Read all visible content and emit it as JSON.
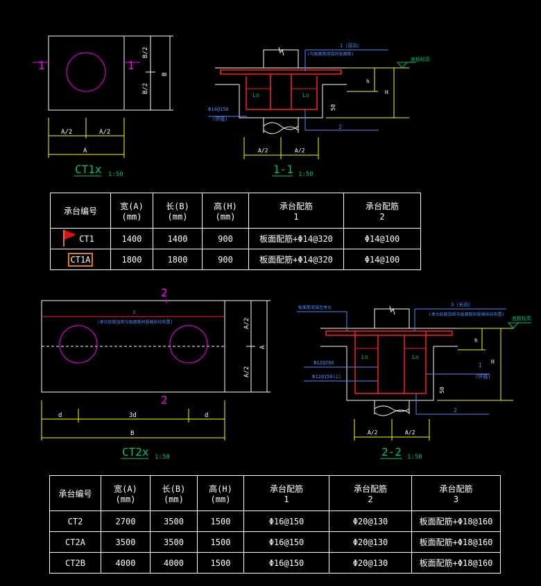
{
  "views": {
    "ct1_plan": {
      "title": "CT1x",
      "scale": "1:50",
      "section_mark": "1",
      "dim_half_a": "A/2",
      "dim_a": "A",
      "dim_half_b": "B/2",
      "dim_b": "B"
    },
    "section_1_1": {
      "title": "1-1",
      "scale": "1:50",
      "rebar_1": "1（双向）",
      "rebar_1_note": "(与板面筋搭接同板面筋)",
      "rebar_2": "2",
      "stirrup": "Φ14@150",
      "stirrup_note": "(环箍)",
      "lo": "Lo",
      "dim_50": "50",
      "dim_h": "h",
      "dim_H": "H",
      "elevation": "底板标高",
      "dim_half_a": "A/2"
    },
    "ct2_plan": {
      "title": "CT2x",
      "scale": "1:50",
      "section_mark": "2",
      "rebar_3": "3",
      "rebar_3_note": "(承台底筋加密与板面筋同规格纵向布置)",
      "dim_half_a": "A/2",
      "dim_a": "A",
      "dim_d": "d",
      "dim_3d": "3d",
      "dim_b": "B"
    },
    "section_2_2": {
      "title": "2-2",
      "scale": "1:50",
      "top_note": "板面筋弯锚至承台",
      "rebar_3": "3（长向）",
      "rebar_3_note": "(承台底筋加密与板面筋同规格纵向布置)",
      "rebar_1": "1",
      "rebar_1_note": "(环箍)",
      "rebar_2": "2",
      "bar_a": "Φ12@200",
      "bar_b": "Φ12@150(2)",
      "lo": "Lo",
      "dim_50": "50",
      "dim_h": "h",
      "dim_H": "H",
      "elevation": "底板标高",
      "dim_half_a": "A/2"
    }
  },
  "table1": {
    "headers": [
      {
        "line1": "承台编号",
        "line2": ""
      },
      {
        "line1": "宽(A)",
        "line2": "(mm)"
      },
      {
        "line1": "长(B)",
        "line2": "(mm)"
      },
      {
        "line1": "高(H)",
        "line2": "(mm)"
      },
      {
        "line1": "承台配筋",
        "line2": "1"
      },
      {
        "line1": "承台配筋",
        "line2": "2"
      }
    ],
    "rows": [
      [
        "CT1",
        "1400",
        "1400",
        "900",
        "板面配筋+Φ14@320",
        "Φ14@100"
      ],
      [
        "CT1A",
        "1800",
        "1800",
        "900",
        "板面配筋+Φ14@320",
        "Φ14@100"
      ]
    ]
  },
  "table2": {
    "headers": [
      {
        "line1": "承台编号",
        "line2": ""
      },
      {
        "line1": "宽(A)",
        "line2": "(mm)"
      },
      {
        "line1": "长(B)",
        "line2": "(mm)"
      },
      {
        "line1": "高(H)",
        "line2": "(mm)"
      },
      {
        "line1": "承台配筋",
        "line2": "1"
      },
      {
        "line1": "承台配筋",
        "line2": "2"
      },
      {
        "line1": "承台配筋",
        "line2": "3"
      }
    ],
    "rows": [
      [
        "CT2",
        "2700",
        "3500",
        "1500",
        "Φ16@150",
        "Φ20@130",
        "板面配筋+Φ18@160"
      ],
      [
        "CT2A",
        "3500",
        "3500",
        "1500",
        "Φ16@150",
        "Φ20@130",
        "板面配筋+Φ18@160"
      ],
      [
        "CT2B",
        "4000",
        "4000",
        "1500",
        "Φ16@150",
        "Φ20@130",
        "板面配筋+Φ18@160"
      ]
    ]
  },
  "colors": {
    "line": "#ffffff",
    "dim": "#ffff00",
    "magenta": "#ff00ff",
    "red": "#ff2020",
    "cyan": "#4f8bff",
    "green": "#00c070",
    "flag": "#e01010",
    "highlight": "#e07a1f"
  },
  "icons": {
    "flag": "flag-icon",
    "elevation": "elevation-triangle-icon"
  }
}
